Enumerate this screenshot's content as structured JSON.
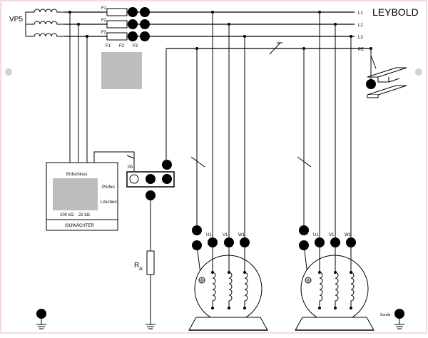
{
  "brand": "LEYBOLD",
  "supply_label": "VP5",
  "lines": {
    "l1": "L1",
    "l2": "L2",
    "l3": "L3",
    "pe": "PE"
  },
  "fuses": {
    "f1": "F1",
    "f2": "F2",
    "f3": "F3"
  },
  "monitor": {
    "title": "Erdschluss",
    "test": "Prüfen",
    "clear": "Löschen",
    "r100": "100 kΩ",
    "r22": "22 kΩ",
    "name": "ISOWÄCHTER"
  },
  "pa_label": "PA",
  "ra_main": "R",
  "ra_sub": "A",
  "motor1": {
    "u": "U1",
    "v": "V1",
    "w": "W1"
  },
  "motor2": {
    "u": "U1",
    "v": "V1",
    "w": "W1"
  },
  "probe_label": "Sonde",
  "colors": {
    "line": "#000000",
    "gray_panel": "#bdbdbd",
    "border": "#e6b3c8"
  }
}
